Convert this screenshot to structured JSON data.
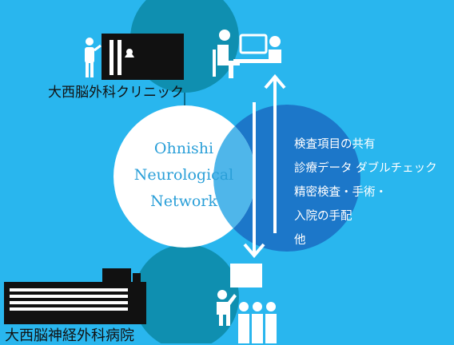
{
  "colors": {
    "background": "#29b6ee",
    "dark_circle": "#0f8fb0",
    "light_circle": "#ffffff",
    "blue_circle": "#1c77c9",
    "overlap": "#4fb6ea",
    "line": "#0d6a8a",
    "icon": "#ffffff",
    "building": "#111111"
  },
  "clinic": {
    "label": "大西脳外科クリニック"
  },
  "hospital": {
    "label": "大西脳神経外科病院"
  },
  "network": {
    "line1": "Ohnishi",
    "line2": "Neurological",
    "line3": "Network"
  },
  "services": [
    "検査項目の共有",
    "診療データ ダブルチェック",
    "精密検査・手術・",
    "入院の手配",
    "他"
  ]
}
